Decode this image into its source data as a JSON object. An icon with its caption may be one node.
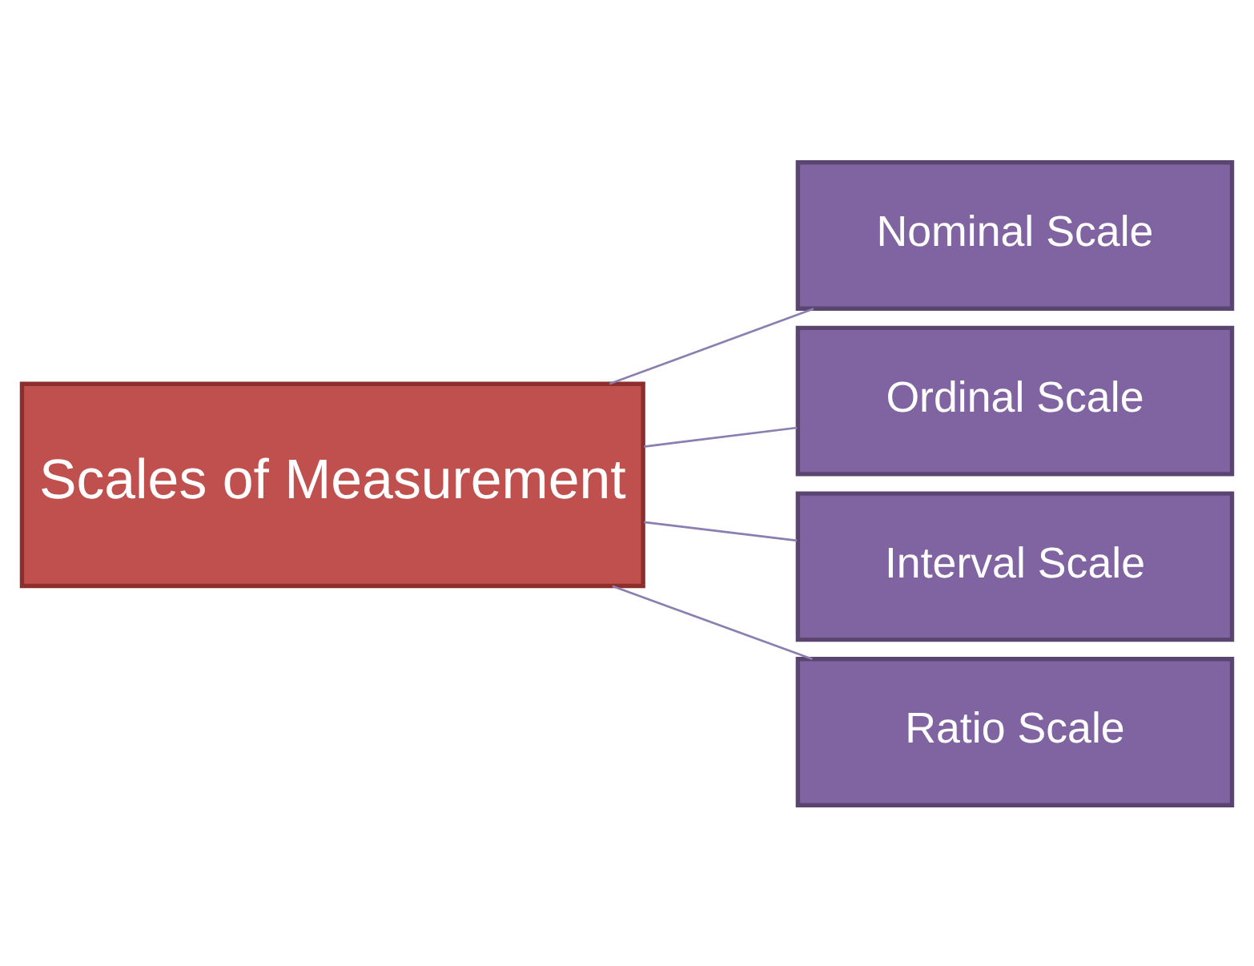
{
  "diagram": {
    "nodes": [
      {
        "text": [
          "Scales of Measurement"
        ]
      },
      {
        "text": [
          "Nominal Scale"
        ]
      },
      {
        "text": [
          "Ordinal Scale"
        ]
      },
      {
        "text": [
          "Interval Scale"
        ]
      },
      {
        "text": [
          "Ratio Scale"
        ]
      }
    ],
    "edges": [
      {
        "from": 0,
        "to": 1,
        "arrow": "none"
      },
      {
        "from": 0,
        "to": 2,
        "arrow": "none"
      },
      {
        "from": 0,
        "to": 3,
        "arrow": "none"
      },
      {
        "from": 0,
        "to": 4,
        "arrow": "none"
      }
    ]
  }
}
